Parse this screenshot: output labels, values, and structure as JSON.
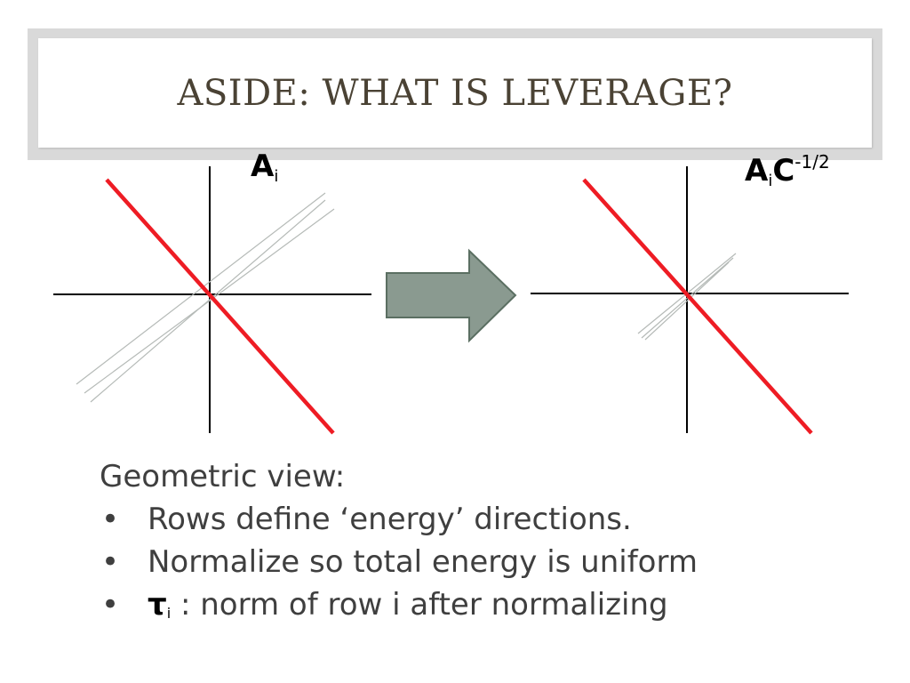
{
  "title": "ASIDE: WHAT IS LEVERAGE?",
  "labels": {
    "left": {
      "base": "A",
      "sub": "i"
    },
    "right": {
      "base": "A",
      "sub": "i",
      "mid": "C",
      "sup": "-1/2"
    }
  },
  "text": {
    "heading": "Geometric view:",
    "bullet_char": "•",
    "bullets": [
      {
        "text": "Rows define ‘energy’ directions."
      },
      {
        "text": "Normalize so total energy is uniform"
      },
      {
        "symbol": "τ",
        "sub": "i",
        "text": " : norm of row i after normalizing"
      }
    ]
  },
  "colors": {
    "red_line": "#ee1c24",
    "arrow_fill": "#8a9a90",
    "arrow_stroke": "#5b6f62",
    "gray_lines": "#b5bab7",
    "frame": "#d9d9d9",
    "title_text": "#4a4234",
    "body_text": "#3f3f3f"
  }
}
